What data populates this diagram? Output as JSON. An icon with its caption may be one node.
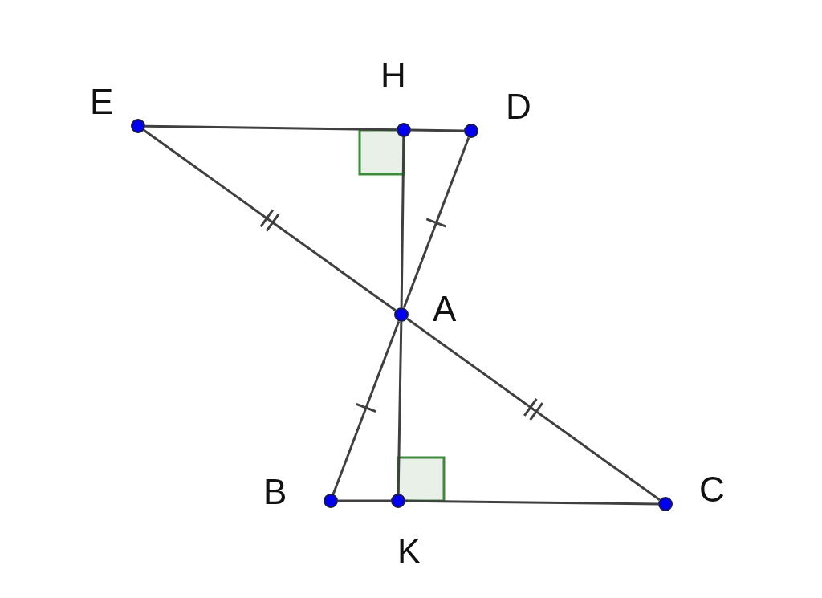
{
  "diagram": {
    "nodes": [
      {
        "text": [],
        "shape": "circle",
        "beside": [
          "E"
        ]
      },
      {
        "text": [],
        "shape": "circle",
        "beside": [
          "H"
        ]
      },
      {
        "text": [],
        "shape": "circle",
        "beside": [
          "D"
        ]
      },
      {
        "text": [],
        "shape": "circle",
        "beside": [
          "A"
        ]
      },
      {
        "text": [],
        "shape": "circle",
        "beside": [
          "B"
        ]
      },
      {
        "text": [],
        "shape": "circle",
        "beside": [
          "K"
        ]
      },
      {
        "text": [],
        "shape": "circle",
        "beside": [
          "C"
        ]
      }
    ],
    "edges": [
      {
        "from": 0,
        "to": 1,
        "arrow": "none"
      },
      {
        "from": 1,
        "to": 2,
        "arrow": "none"
      },
      {
        "from": 0,
        "to": 3,
        "arrow": "none"
      },
      {
        "from": 3,
        "to": 6,
        "arrow": "none"
      },
      {
        "from": 2,
        "to": 3,
        "arrow": "none"
      },
      {
        "from": 3,
        "to": 4,
        "arrow": "none"
      },
      {
        "from": 1,
        "to": 3,
        "arrow": "none"
      },
      {
        "from": 3,
        "to": 5,
        "arrow": "none"
      },
      {
        "from": 4,
        "to": 5,
        "arrow": "none"
      },
      {
        "from": 5,
        "to": 6,
        "arrow": "none"
      }
    ]
  }
}
